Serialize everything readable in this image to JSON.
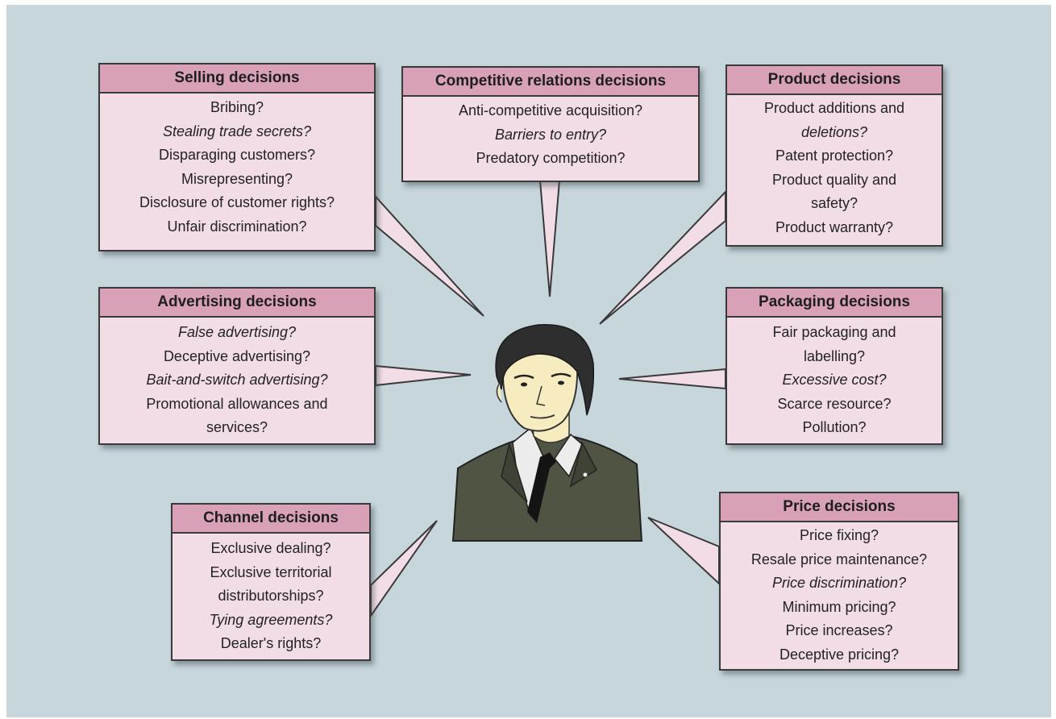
{
  "boxes": {
    "selling": {
      "title": "Selling decisions",
      "items": [
        {
          "text": "Bribing?",
          "italic": false
        },
        {
          "text": "Stealing trade secrets?",
          "italic": true
        },
        {
          "text": "Disparaging customers?",
          "italic": false
        },
        {
          "text": "Misrepresenting?",
          "italic": false
        },
        {
          "text": "Disclosure of customer rights?",
          "italic": false
        },
        {
          "text": "Unfair discrimination?",
          "italic": false
        }
      ]
    },
    "competitive": {
      "title": "Competitive relations decisions",
      "items": [
        {
          "text": "Anti-competitive acquisition?",
          "italic": false
        },
        {
          "text": "Barriers to entry?",
          "italic": true
        },
        {
          "text": "Predatory competition?",
          "italic": false
        }
      ]
    },
    "product": {
      "title": "Product decisions",
      "items": [
        {
          "text": "Product additions and",
          "italic": false
        },
        {
          "text": "deletions?",
          "italic": true
        },
        {
          "text": "Patent protection?",
          "italic": false
        },
        {
          "text": "Product quality and",
          "italic": false
        },
        {
          "text": "safety?",
          "italic": false
        },
        {
          "text": "Product warranty?",
          "italic": false
        }
      ]
    },
    "advertising": {
      "title": "Advertising decisions",
      "items": [
        {
          "text": "False advertising?",
          "italic": true
        },
        {
          "text": "Deceptive advertising?",
          "italic": false
        },
        {
          "text": "Bait-and-switch advertising?",
          "italic": true
        },
        {
          "text": "Promotional allowances and",
          "italic": false
        },
        {
          "text": "services?",
          "italic": false
        }
      ]
    },
    "packaging": {
      "title": "Packaging decisions",
      "items": [
        {
          "text": "Fair packaging and",
          "italic": false
        },
        {
          "text": "labelling?",
          "italic": false
        },
        {
          "text": "Excessive cost?",
          "italic": true
        },
        {
          "text": "Scarce resource?",
          "italic": false
        },
        {
          "text": "Pollution?",
          "italic": false
        }
      ]
    },
    "channel": {
      "title": "Channel decisions",
      "items": [
        {
          "text": "Exclusive dealing?",
          "italic": false
        },
        {
          "text": "Exclusive territorial",
          "italic": false
        },
        {
          "text": "distributorships?",
          "italic": false
        },
        {
          "text": "Tying agreements?",
          "italic": true
        },
        {
          "text": "Dealer's rights?",
          "italic": false
        }
      ]
    },
    "price": {
      "title": "Price decisions",
      "items": [
        {
          "text": "Price fixing?",
          "italic": false
        },
        {
          "text": "Resale price maintenance?",
          "italic": false
        },
        {
          "text": "Price discrimination?",
          "italic": true
        },
        {
          "text": "Minimum pricing?",
          "italic": false
        },
        {
          "text": "Price increases?",
          "italic": false
        },
        {
          "text": "Deceptive pricing?",
          "italic": false
        }
      ]
    }
  },
  "colors": {
    "background": "#c6d6db",
    "box_fill": "#f2dde6",
    "header_fill": "#d9a1b8",
    "border": "#3a3a3a",
    "suit": "#4f5443",
    "skin": "#f6ecc0",
    "hair": "#2e2e2e"
  }
}
